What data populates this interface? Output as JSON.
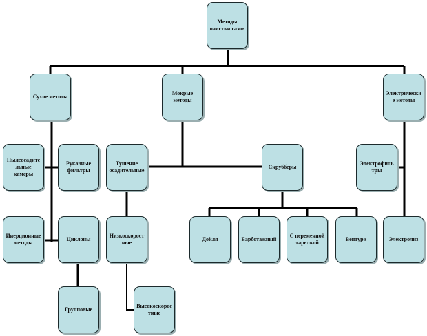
{
  "diagram": {
    "root": "Методы очистки газов",
    "dry": "Сухие методы",
    "wet": "Мокрые методы",
    "electric": "Электрические методы",
    "dry_children": {
      "settling": "Пылеосадительные камеры",
      "bag": "Рукавные фильтры",
      "inertial": "Инерционные методы",
      "cyclones": "Циклоны",
      "group": "Групповые"
    },
    "wet_children": {
      "hollow": "Тушение осадительные",
      "scrubbers": "Скрубберы",
      "low_speed": "Низкоскоростные",
      "high_speed": "Высокоскоростные",
      "doyle": "Дойля",
      "bubbling": "Барботажный",
      "moving_nozzle": "С переменной тарелкой",
      "venturi": "Вентури"
    },
    "electric_children": {
      "electrofilters": "Электрофильтры",
      "electrolysis": "Электролиз"
    }
  }
}
